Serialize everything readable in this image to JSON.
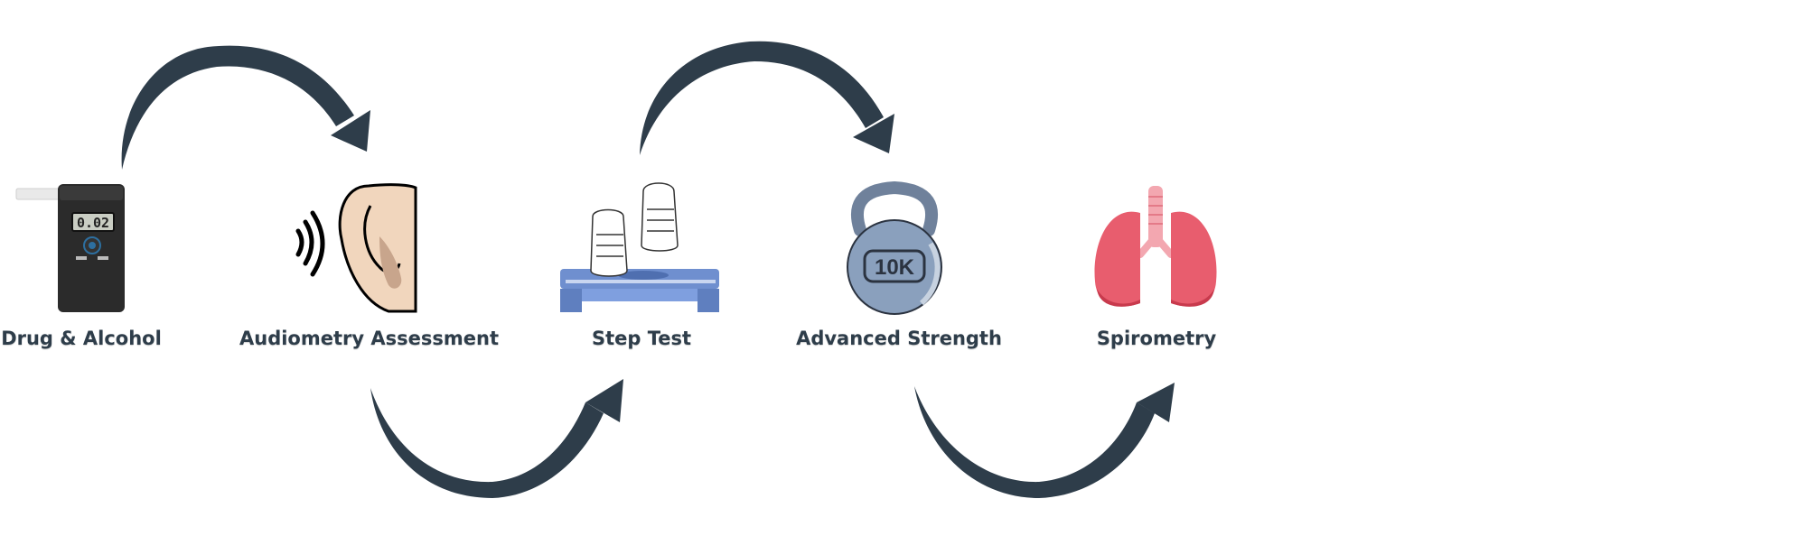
{
  "colors": {
    "arrow": "#2e3d4a",
    "label": "#2e3d4a",
    "device_body": "#2b2b2b",
    "step_platform": "#6f8fcf",
    "kettlebell": "#8aa0bd",
    "lungs": "#e85d6e"
  },
  "steps": [
    {
      "label": "Drug & Alcohol",
      "icon": "breathalyzer-icon",
      "display": "0.02"
    },
    {
      "label": "Audiometry Assessment",
      "icon": "ear-sound-icon"
    },
    {
      "label": "Step Test",
      "icon": "step-platform-icon"
    },
    {
      "label": "Advanced Strength",
      "icon": "kettlebell-icon",
      "display": "10K"
    },
    {
      "label": "Spirometry",
      "icon": "lungs-icon"
    }
  ]
}
